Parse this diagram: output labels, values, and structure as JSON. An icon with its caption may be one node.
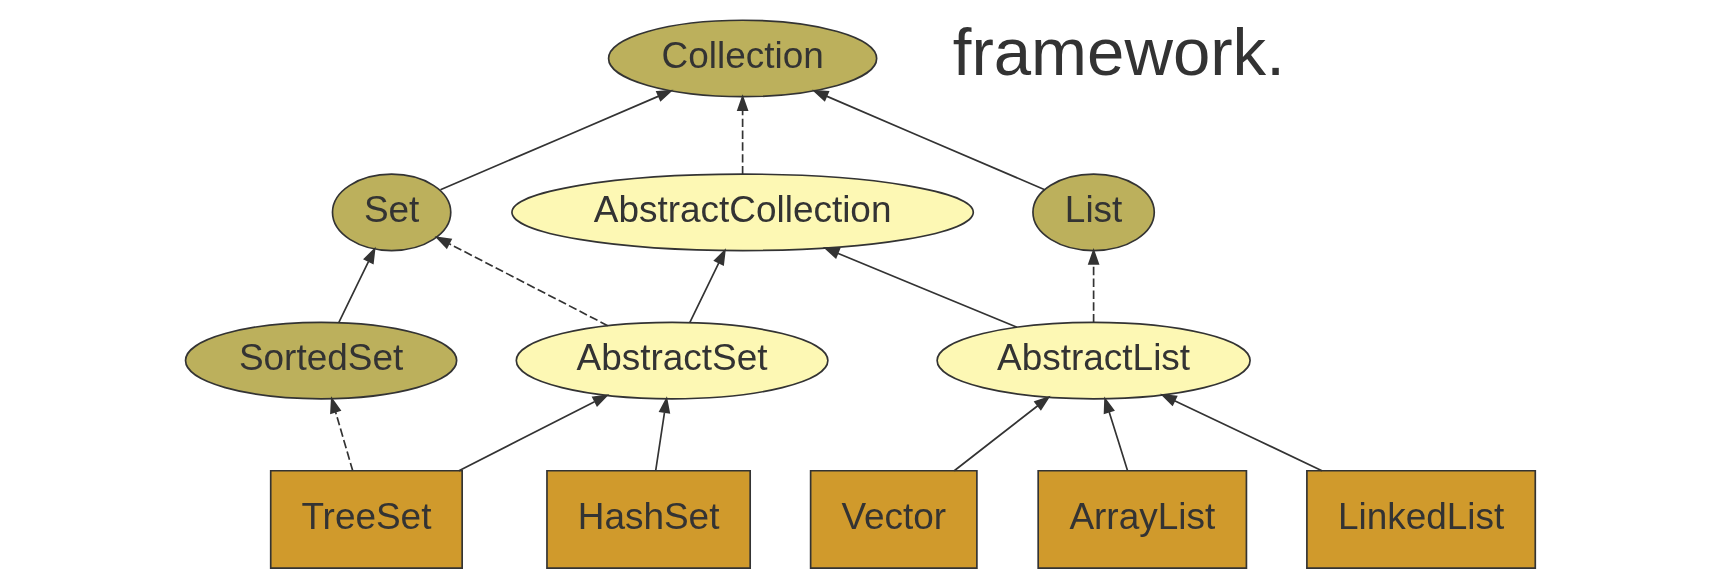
{
  "diagram": {
    "nodes": [
      {
        "text": [
          "Collection"
        ]
      },
      {
        "text": [
          "Set"
        ]
      },
      {
        "text": [
          "List"
        ]
      },
      {
        "text": [
          "SortedSet"
        ]
      },
      {
        "text": [
          "Vector"
        ]
      },
      {
        "text": [
          "AbstractCollection"
        ]
      },
      {
        "text": [
          "AbstractSet"
        ]
      },
      {
        "text": [
          "AbstractList"
        ]
      },
      {
        "text": [
          "TreeSet"
        ]
      },
      {
        "text": [
          "HashSet"
        ]
      },
      {
        "text": [
          "ArrayList"
        ]
      },
      {
        "text": [
          "LinkedList"
        ]
      }
    ],
    "edges": [
      {
        "from": 1,
        "to": 0,
        "arrow": "to"
      },
      {
        "from": 2,
        "to": 0,
        "arrow": "to"
      },
      {
        "from": 3,
        "to": 1,
        "arrow": "to"
      },
      {
        "from": 6,
        "to": 1,
        "arrow": "to",
        "style": "dashed"
      },
      {
        "from": 5,
        "to": 0,
        "arrow": "to",
        "style": "dashed"
      },
      {
        "from": 6,
        "to": 5,
        "arrow": "to"
      },
      {
        "from": 7,
        "to": 5,
        "arrow": "to"
      },
      {
        "from": 7,
        "to": 2,
        "arrow": "to",
        "style": "dashed"
      },
      {
        "from": 4,
        "to": 7,
        "arrow": "to"
      },
      {
        "from": 8,
        "to": 3,
        "arrow": "to",
        "style": "dashed"
      },
      {
        "from": 8,
        "to": 6,
        "arrow": "to"
      },
      {
        "from": 9,
        "to": 6,
        "arrow": "to"
      },
      {
        "from": 10,
        "to": 7,
        "arrow": "to"
      },
      {
        "from": 11,
        "to": 7,
        "arrow": "to"
      }
    ],
    "labels": [
      "framework."
    ]
  }
}
